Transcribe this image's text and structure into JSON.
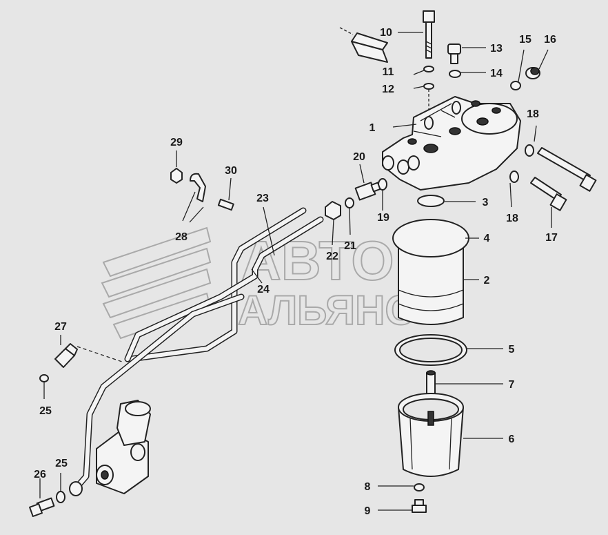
{
  "watermark": {
    "line1": "АВТО",
    "line2": "АЛЬЯНС"
  },
  "labels": [
    "1",
    "2",
    "3",
    "4",
    "5",
    "6",
    "7",
    "8",
    "9",
    "10",
    "11",
    "12",
    "13",
    "14",
    "15",
    "16",
    "17",
    "18",
    "18",
    "19",
    "20",
    "21",
    "22",
    "23",
    "24",
    "25",
    "25",
    "26",
    "27",
    "28",
    "29",
    "30"
  ],
  "colors": {
    "background": "#e6e6e6",
    "ink": "#222222",
    "watermark": "#9a9a9a"
  }
}
